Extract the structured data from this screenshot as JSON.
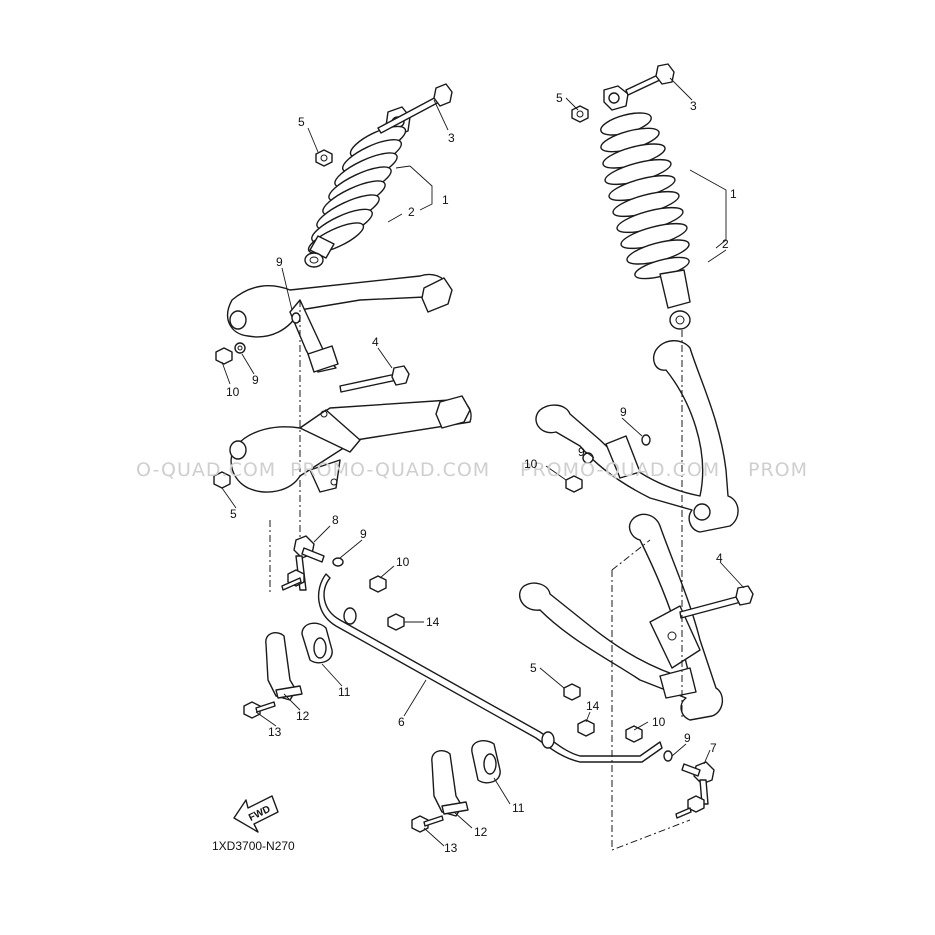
{
  "watermarks": [
    "O-QUAD.COM",
    "PROMO-QUAD.COM",
    "PROMO-QUAD.COM",
    "PROM"
  ],
  "diagram_code": "1XD3700-N270",
  "fwd_label": "FWD",
  "callouts": [
    {
      "id": "c-5a",
      "text": "5"
    },
    {
      "id": "c-3a",
      "text": "3"
    },
    {
      "id": "c-1a",
      "text": "1"
    },
    {
      "id": "c-2a",
      "text": "2"
    },
    {
      "id": "c-9a",
      "text": "9"
    },
    {
      "id": "c-10a",
      "text": "10"
    },
    {
      "id": "c-9b",
      "text": "9"
    },
    {
      "id": "c-4a",
      "text": "4"
    },
    {
      "id": "c-5b",
      "text": "5"
    },
    {
      "id": "c-8",
      "text": "8"
    },
    {
      "id": "c-9c",
      "text": "9"
    },
    {
      "id": "c-10b",
      "text": "10"
    },
    {
      "id": "c-14a",
      "text": "14"
    },
    {
      "id": "c-11a",
      "text": "11"
    },
    {
      "id": "c-12a",
      "text": "12"
    },
    {
      "id": "c-13a",
      "text": "13"
    },
    {
      "id": "c-6",
      "text": "6"
    },
    {
      "id": "c-5c",
      "text": "5"
    },
    {
      "id": "c-3b",
      "text": "3"
    },
    {
      "id": "c-1b",
      "text": "1"
    },
    {
      "id": "c-2b",
      "text": "2"
    },
    {
      "id": "c-9d",
      "text": "9"
    },
    {
      "id": "c-9e",
      "text": "9"
    },
    {
      "id": "c-10c",
      "text": "10"
    },
    {
      "id": "c-4b",
      "text": "4"
    },
    {
      "id": "c-5d",
      "text": "5"
    },
    {
      "id": "c-14b",
      "text": "14"
    },
    {
      "id": "c-10d",
      "text": "10"
    },
    {
      "id": "c-9f",
      "text": "9"
    },
    {
      "id": "c-7",
      "text": "7"
    },
    {
      "id": "c-11b",
      "text": "11"
    },
    {
      "id": "c-12b",
      "text": "12"
    },
    {
      "id": "c-13b",
      "text": "13"
    }
  ]
}
